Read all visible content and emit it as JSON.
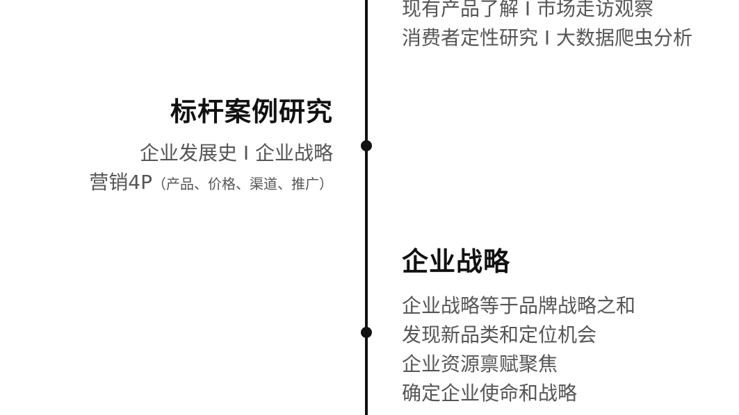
{
  "top_block": {
    "lines": [
      "现有产品了解 I 市场走访观察",
      "消费者定性研究 I 大数据爬虫分析"
    ]
  },
  "left_block": {
    "title": "标杆案例研究",
    "line1": "企业发展史 I 企业战略",
    "line2_main": "营销4P",
    "line2_note": "（产品、价格、渠道、推广）"
  },
  "right_block": {
    "title": "企业战略",
    "lines": [
      "企业战略等于品牌战略之和",
      "发现新品类和定位机会",
      "企业资源禀赋聚焦",
      "确定企业使命和战略"
    ]
  }
}
